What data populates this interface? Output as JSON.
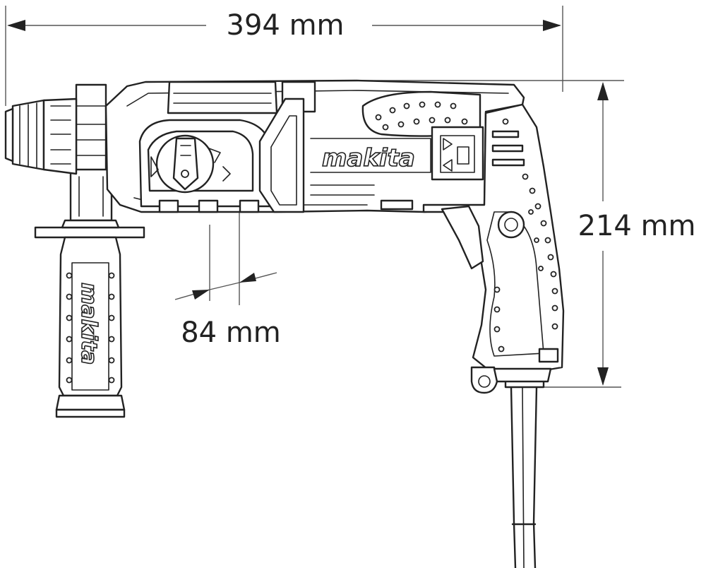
{
  "product": {
    "brand": "makita"
  },
  "dimensions": {
    "length": "394 mm",
    "height": "214 mm",
    "spindle_offset": "84 mm"
  }
}
